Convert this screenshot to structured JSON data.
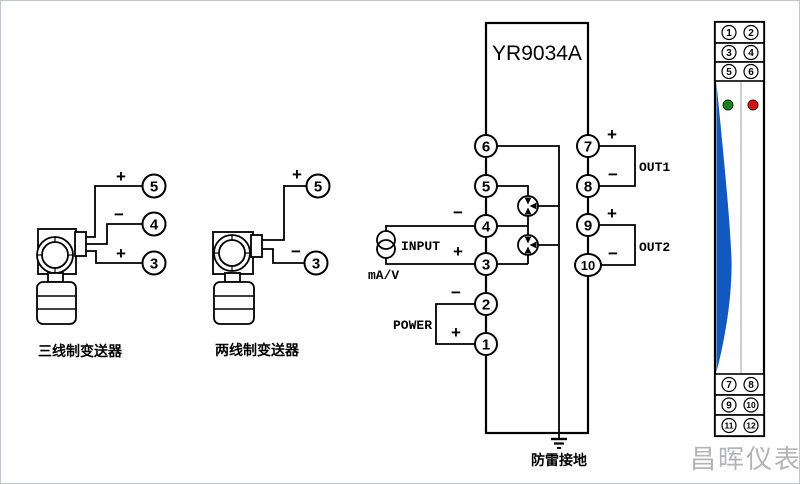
{
  "diagram": {
    "transmitter_3wire": {
      "label": "三线制变送器",
      "terminals": [
        {
          "num": "5",
          "sign": "+"
        },
        {
          "num": "4",
          "sign": "−"
        },
        {
          "num": "3",
          "sign": "+"
        }
      ]
    },
    "transmitter_2wire": {
      "label": "两线制变送器",
      "terminals": [
        {
          "num": "5",
          "sign": "+"
        },
        {
          "num": "3",
          "sign": "−"
        }
      ]
    },
    "device": {
      "model": "YR9034A",
      "left_terminals": [
        "6",
        "5",
        "4",
        "3",
        "2",
        "1"
      ],
      "right_terminals": [
        "7",
        "8",
        "9",
        "10"
      ],
      "input_label": "INPUT",
      "input_unit": "mA/V",
      "power_label": "POWER",
      "out1_label": "OUT1",
      "out2_label": "OUT2",
      "plus": "+",
      "minus": "−",
      "ground_label": "防雷接地"
    },
    "panel": {
      "top_terminals": [
        "1",
        "2",
        "3",
        "4",
        "5",
        "6"
      ],
      "bottom_terminals": [
        "7",
        "8",
        "9",
        "10",
        "11",
        "12"
      ],
      "led_green_color": "#1b7e20",
      "led_red_color": "#cf1616",
      "body_color": "#1159c1"
    },
    "watermark": "昌晖仪表"
  }
}
